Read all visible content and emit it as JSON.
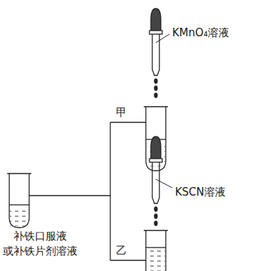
{
  "diagram": {
    "labels": [
      "KMnO₄溶液",
      "甲",
      "KSCN溶液",
      "乙",
      "补铁口服液 或补铁片剂溶液"
    ]
  }
}
